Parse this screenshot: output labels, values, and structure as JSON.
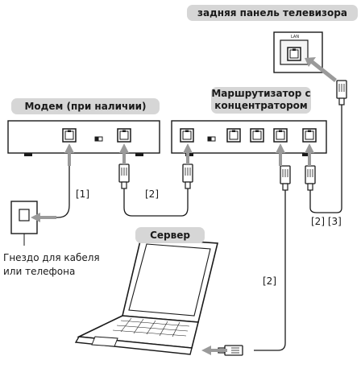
{
  "labels": {
    "tv_back_panel": "задняя панель телевизора",
    "lan_port": "LAN",
    "modem": "Модем (при наличии)",
    "router": "Маршрутизатор с концентратором",
    "server": "Сервер",
    "jack": "Гнездо для кабеля или телефона",
    "note_1": "[1]",
    "note_2a": "[2]",
    "note_2b": "[2] [3]",
    "note_2c": "[2]"
  },
  "colors": {
    "pill_bg": "#d6d6d6",
    "arrow": "#9a9a9a",
    "outline": "#1a1a1a"
  }
}
